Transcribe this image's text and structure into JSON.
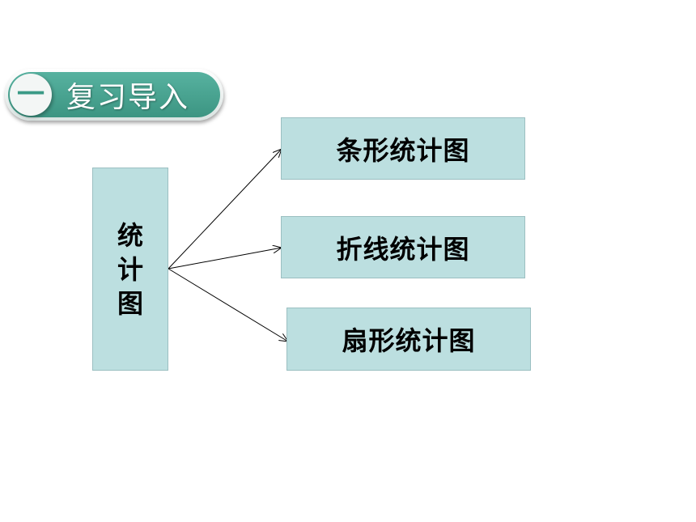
{
  "section": {
    "number": "一",
    "title": "复习导入"
  },
  "diagram": {
    "root": [
      "统",
      "计",
      "图"
    ],
    "branches": [
      {
        "label": "条形统计图"
      },
      {
        "label": "折线统计图"
      },
      {
        "label": "扇形统计图"
      }
    ]
  },
  "colors": {
    "box_fill": "#bcdfe0",
    "pill_green": "#48a390",
    "arrow": "#000000"
  }
}
